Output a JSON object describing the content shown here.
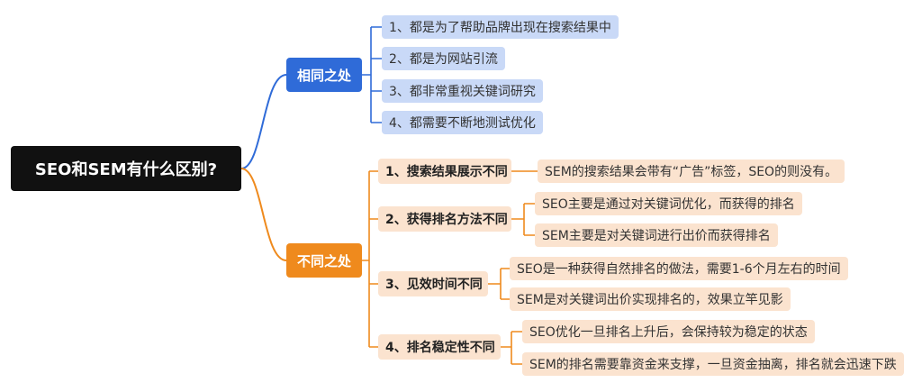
{
  "root": {
    "label": "SEO和SEM有什么区别?"
  },
  "same": {
    "label": "相同之处",
    "items": [
      "1、都是为了帮助品牌出现在搜索结果中",
      "2、都是为网站引流",
      "3、都非常重视关键词研究",
      "4、都需要不断地测试优化"
    ]
  },
  "diff": {
    "label": "不同之处",
    "groups": [
      {
        "label": "1、搜索结果展示不同",
        "details": [
          "SEM的搜索结果会带有“广告”标签，SEO的则没有。"
        ]
      },
      {
        "label": "2、获得排名方法不同",
        "details": [
          "SEO主要是通过对关键词优化，而获得的排名",
          "SEM主要是对关键词进行出价而获得排名"
        ]
      },
      {
        "label": "3、见效时间不同",
        "details": [
          "SEO是一种获得自然排名的做法，需要1-6个月左右的时间",
          "SEM是对关键词出价实现排名的，效果立竿见影"
        ]
      },
      {
        "label": "4、排名稳定性不同",
        "details": [
          "SEO优化一旦排名上升后，会保持较为稳定的状态",
          "SEM的排名需要靠资金来支撑，一旦资金抽离，排名就会迅速下跌"
        ]
      }
    ]
  },
  "colors": {
    "root": "#111111",
    "same": "#2f6bd8",
    "diff": "#ef8a1d",
    "same_leaf": "#c9d9f7",
    "diff_leaf": "#fbe3cf"
  }
}
